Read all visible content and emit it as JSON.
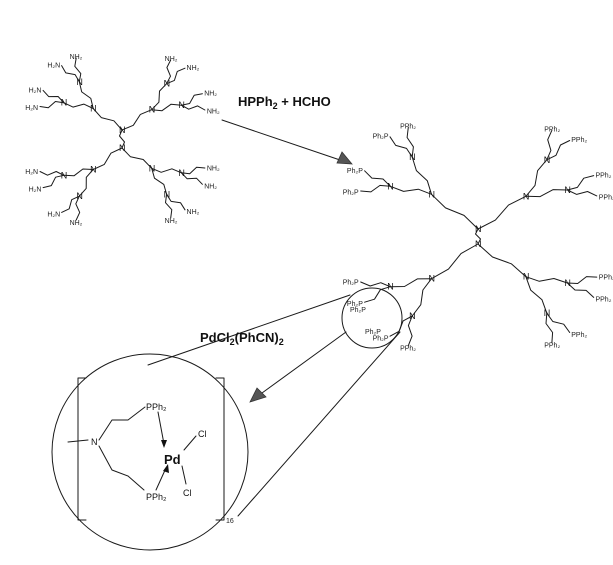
{
  "reagents": {
    "step1": {
      "main": "HPPh",
      "sub": "2",
      "rest": " + HCHO"
    },
    "step2": {
      "pre": "PdCl",
      "sub1": "2",
      "mid": "(PhCN)",
      "sub2": "2"
    }
  },
  "atoms": {
    "nitrogen": "N",
    "amine": "NH₂",
    "amine_left": "H₂N",
    "phosphine": "PPh₂",
    "phosphine_left": "Ph₂P"
  },
  "complex": {
    "phosphine": "PPh₂",
    "metal": "Pd",
    "chloride": "Cl",
    "repeat_count": "16"
  }
}
